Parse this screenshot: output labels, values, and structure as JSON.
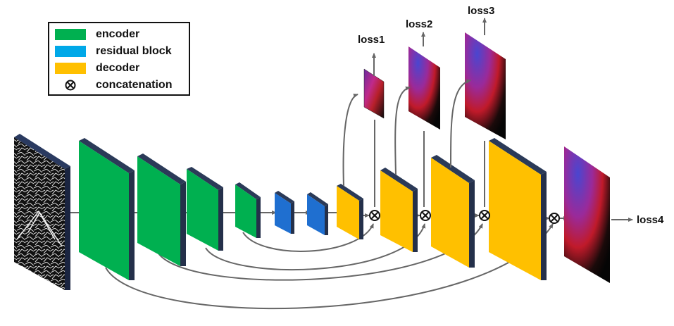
{
  "legend": {
    "items": [
      {
        "label": "encoder",
        "color": "#00b050"
      },
      {
        "label": "residual block",
        "color": "#00a8e8"
      },
      {
        "label": "decoder",
        "color": "#ffc000"
      },
      {
        "label": "concatenation",
        "symbol": "otimes"
      }
    ]
  },
  "colors": {
    "encoder": "#00b050",
    "residual": "#1f6fd0",
    "decoder": "#ffc000",
    "side": "#24304a",
    "arrow": "#666666"
  },
  "outputs": {
    "loss1": "loss1",
    "loss2": "loss2",
    "loss3": "loss3",
    "loss4": "loss4"
  }
}
